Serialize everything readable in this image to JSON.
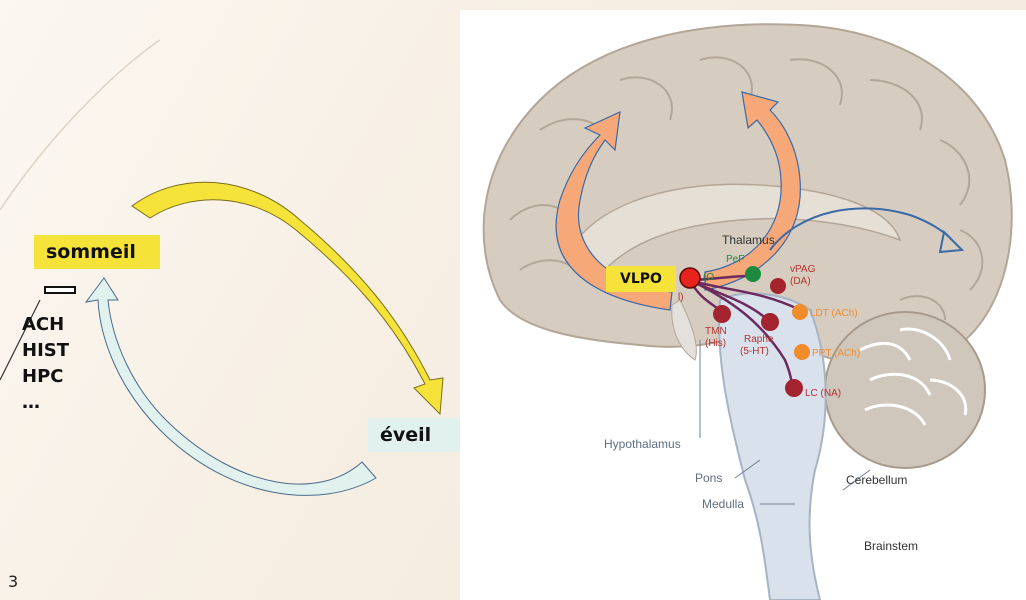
{
  "left": {
    "sommeil_label": "sommeil",
    "eveil_label": "éveil",
    "neurotransmitters": [
      "ACH",
      "HIST",
      "HPC",
      "…"
    ],
    "page_number": "3"
  },
  "brain": {
    "vlpo_label": "VLPO",
    "labels": {
      "thalamus": "Thalamus",
      "pef": "PeF",
      "pef_paren": "(O",
      "vlpo_paren": "l)",
      "vpag": "vPAG",
      "vpag_da": "(DA)",
      "tmn": "TMN",
      "tmn_his": "(His)",
      "raphe": "Raphe",
      "raphe_sht": "(5-HT)",
      "ldt": "LDT (ACh)",
      "ppt": "PPT (ACh)",
      "lc": "LC (NA)",
      "hypothalamus": "Hypothalamus",
      "pons": "Pons",
      "medulla": "Medulla",
      "cerebellum": "Cerebellum",
      "brainstem": "Brainstem"
    }
  },
  "colors": {
    "yellow_arrow": "#f6e33a",
    "pale_arrow": "#e1f1ee",
    "orange_arrow": "#f6a878",
    "blue_outline": "#3b6aa8",
    "brain_fill": "#d6ccc0",
    "nucleus_red": "#a3232e",
    "nucleus_orange": "#f08c2c",
    "nucleus_green": "#1b8a3c",
    "vlpo_dot": "#e8231c"
  }
}
